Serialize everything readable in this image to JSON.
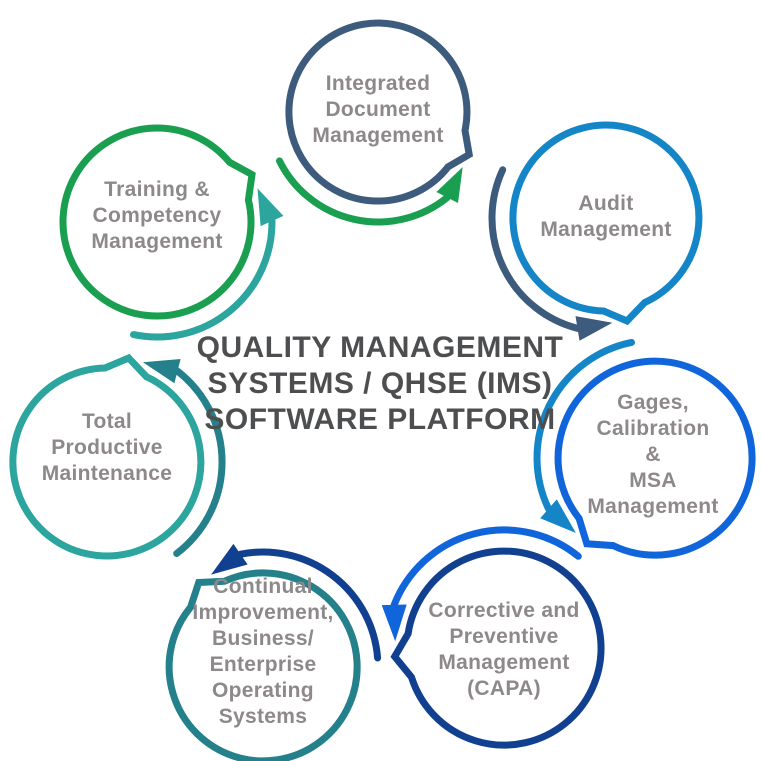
{
  "title": "QUALITY MANAGEMENT\nSYSTEMS / QHSE (IMS)\nSOFTWARE PLATFORM",
  "title_color": "#4d4e50",
  "label_color": "#8d888a",
  "background_color": "#ffffff",
  "nodes": [
    {
      "id": "integrated-document-management",
      "label": "Integrated\nDocument\nManagement",
      "color": "#3d5b7c"
    },
    {
      "id": "audit-management",
      "label": "Audit\nManagement",
      "color": "#1486c7"
    },
    {
      "id": "gages-calibration-msa-management",
      "label": "Gages,\nCalibration &\nMSA\nManagement",
      "color": "#1165db"
    },
    {
      "id": "corrective-preventive-management-capa",
      "label": "Corrective and\nPreventive\nManagement\n(CAPA)",
      "color": "#10408f"
    },
    {
      "id": "continual-improvement-business-enterprise-operating-systems",
      "label": "Continual\nImprovement,\nBusiness/\nEnterprise\nOperating\nSystems",
      "color": "#24818b"
    },
    {
      "id": "total-productive-maintenance",
      "label": "Total\nProductive\nMaintenance",
      "color": "#2ba59d"
    },
    {
      "id": "training-competency-management",
      "label": "Training &\nCompetency\nManagement",
      "color": "#199f4f"
    }
  ],
  "arrows": [
    {
      "from": "training-competency-management",
      "to": "integrated-document-management",
      "color": "#199f4f"
    },
    {
      "from": "integrated-document-management",
      "to": "audit-management",
      "color": "#3d5b7c"
    },
    {
      "from": "audit-management",
      "to": "gages-calibration-msa-management",
      "color": "#1486c7"
    },
    {
      "from": "gages-calibration-msa-management",
      "to": "corrective-preventive-management-capa",
      "color": "#1165db"
    },
    {
      "from": "corrective-preventive-management-capa",
      "to": "continual-improvement-business-enterprise-operating-systems",
      "color": "#10408f"
    },
    {
      "from": "continual-improvement-business-enterprise-operating-systems",
      "to": "total-productive-maintenance",
      "color": "#24818b"
    },
    {
      "from": "total-productive-maintenance",
      "to": "training-competency-management",
      "color": "#2ba59d"
    }
  ]
}
